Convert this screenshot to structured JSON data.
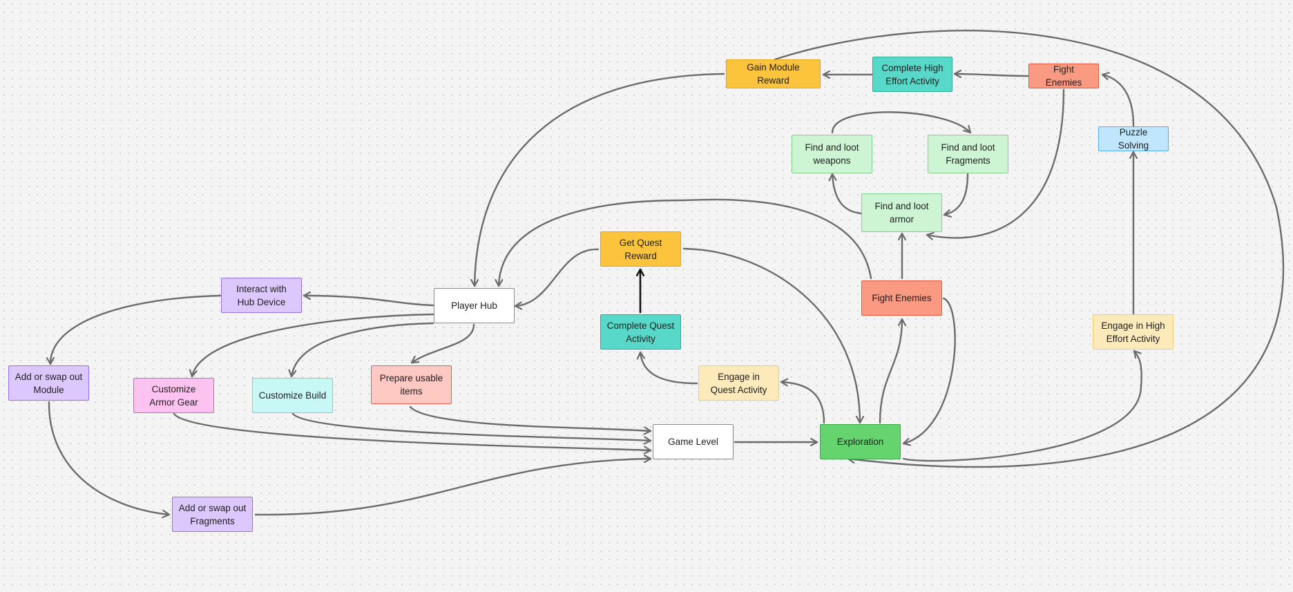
{
  "nodes": {
    "gain_module_reward": "Gain Module Reward",
    "complete_high_effort": "Complete High Effort Activity",
    "fight_enemies_top": "Fight Enemies",
    "puzzle_solving": "Puzzle Solving",
    "loot_weapons": "Find and loot weapons",
    "loot_fragments": "Find and loot Fragments",
    "loot_armor": "Find and loot armor",
    "get_quest_reward": "Get Quest Reward",
    "fight_enemies_mid": "Fight Enemies",
    "interact_hub_device": "Interact with Hub Device",
    "player_hub": "Player Hub",
    "complete_quest": "Complete Quest Activity",
    "engage_high_effort": "Engage in High Effort Activity",
    "swap_module": "Add or swap out Module",
    "customize_armor": "Customize Armor Gear",
    "customize_build": "Customize Build",
    "prepare_items": "Prepare usable items",
    "engage_quest": "Engage in Quest Activity",
    "game_level": "Game Level",
    "exploration": "Exploration",
    "swap_fragments": "Add or swap out Fragments"
  },
  "colors": {
    "edge": "#6b6b6b",
    "edge_strong": "#111111",
    "gold": "#fcc43d",
    "teal": "#58d8c8",
    "salmon": "#fb9a82",
    "green": "#66d46e",
    "lavender": "#dcc8fd",
    "pink": "#fcc2f0"
  }
}
